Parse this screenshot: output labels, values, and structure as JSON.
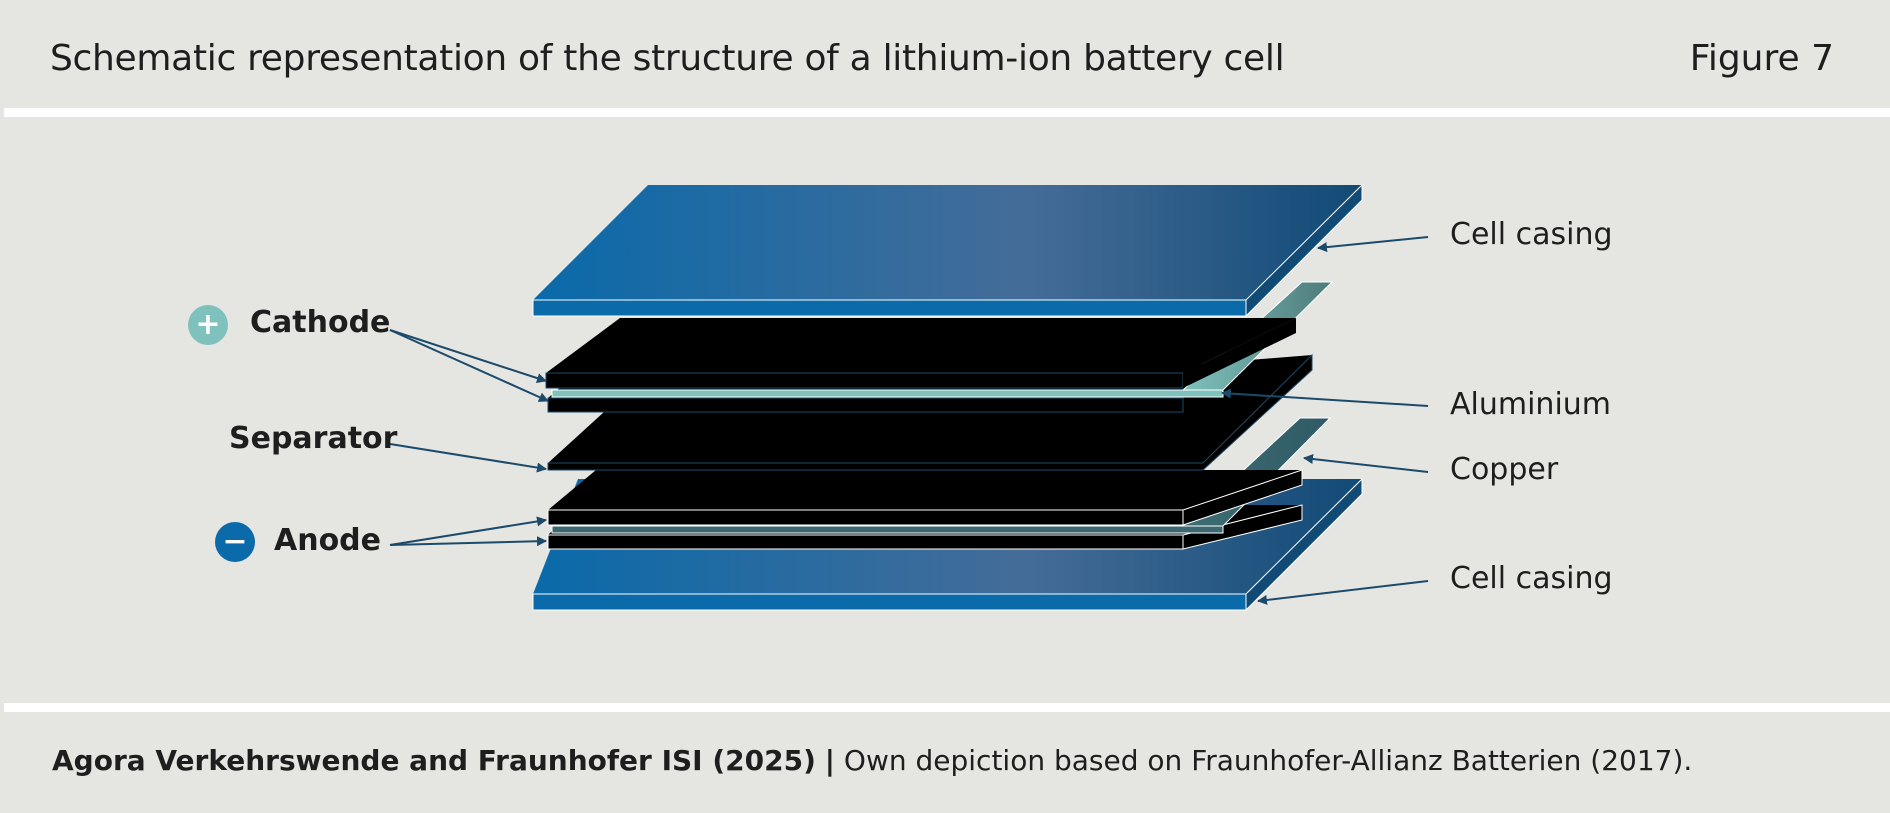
{
  "header": {
    "title": "Schematic representation of the structure of a lithium-ion battery cell",
    "figure": "Figure 7"
  },
  "labels": {
    "cathode": "Cathode",
    "separator": "Separator",
    "anode": "Anode",
    "cell_casing_top": "Cell casing",
    "aluminium": "Aluminium",
    "copper": "Copper",
    "cell_casing_bottom": "Cell casing"
  },
  "signs": {
    "plus": "+",
    "minus": "−"
  },
  "footer": {
    "source": "Agora Verkehrswende and Fraunhofer ISI (2025)",
    "separator": "|",
    "note": "Own depiction based on Fraunhofer-Allianz Batterien (2017)."
  },
  "colors": {
    "background": "#e5e5e1",
    "casing_start": "#0a6aaa",
    "casing_end": "#144a76",
    "aluminium": "#7fc2bd",
    "copper": "#3d6870",
    "arrow": "#1c4a6a",
    "cathode_sign": "#7fc2bd",
    "anode_sign": "#0a6aaa"
  }
}
